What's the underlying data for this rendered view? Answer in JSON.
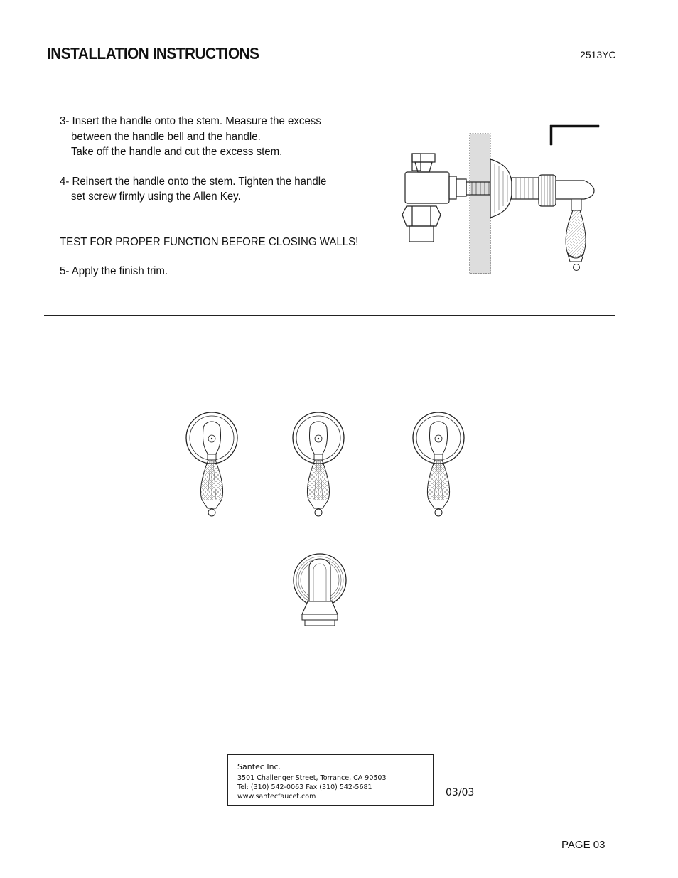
{
  "header": {
    "title": "INSTALLATION INSTRUCTIONS",
    "model": "2513YC _ _"
  },
  "steps": {
    "step3": {
      "line1": "3- Insert the handle onto the stem. Measure the excess",
      "line2": "between the handle bell and the handle.",
      "line3": "Take off the handle and cut the excess stem."
    },
    "step4": {
      "line1": "4- Reinsert the handle onto the stem. Tighten the handle",
      "line2": "set screw firmly using the Allen Key."
    },
    "warning": "TEST FOR PROPER FUNCTION BEFORE CLOSING WALLS!",
    "step5": "5- Apply the finish trim."
  },
  "footer": {
    "company": "Santec Inc.",
    "address": "3501 Challenger Street, Torrance, CA 90503",
    "phone": "Tel: (310) 542-0063  Fax (310) 542-5681",
    "website": "www.santecfaucet.com",
    "date": "03/03",
    "page": "PAGE  03"
  },
  "illustrations": {
    "side_view": "valve-handle-side-view",
    "front_view": "three-handles-and-spout-front-view"
  }
}
